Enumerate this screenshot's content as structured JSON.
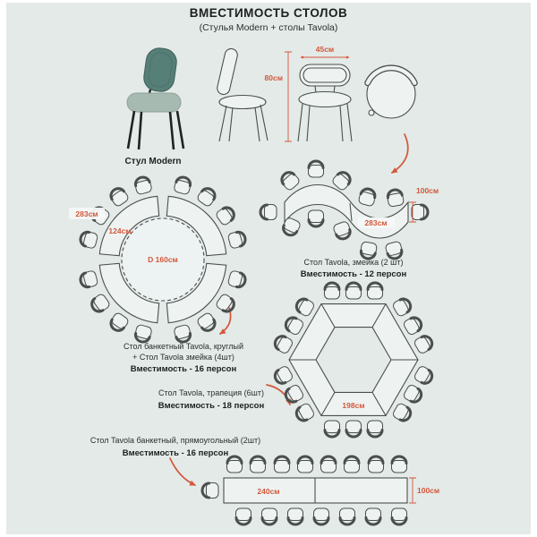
{
  "poster": {
    "title": "ВМЕСТИМОСТЬ СТОЛОВ",
    "subtitle": "(Стулья Modern + столы Tavola)"
  },
  "chair": {
    "label": "Стул Modern",
    "height_dim": "80см",
    "width_dim": "45см"
  },
  "round_arrangement": {
    "outer_dim": "283см",
    "inner_dim": "124см",
    "diameter": "D 160см",
    "caption_line1": "Стол банкетный Tavola, круглый",
    "caption_line2": "+ Стол Tavola змейка (4шт)",
    "capacity": "Вместимость - 16 персон"
  },
  "snake_arrangement": {
    "width_dim": "100см",
    "length_dim": "283см",
    "caption_line1": "Стол Tavola, змейка (2 шт)",
    "capacity": "Вместимость - 12 персон"
  },
  "hex_arrangement": {
    "side_dim": "198см",
    "caption_line1": "Стол Tavola, трапеция (6шт)",
    "capacity": "Вместимость - 18 персон"
  },
  "rect_arrangement": {
    "length_dim": "240см",
    "width_dim": "100см",
    "caption_line1": "Стол Tavola банкетный, прямоугольный (2шт)",
    "capacity": "Вместимость - 16 персон"
  },
  "colors": {
    "accent": "#d4573a",
    "ink": "#4a4f4e",
    "background": "#e3eae8",
    "chair_back": "#567f78",
    "chair_seat": "#a7bab1"
  }
}
